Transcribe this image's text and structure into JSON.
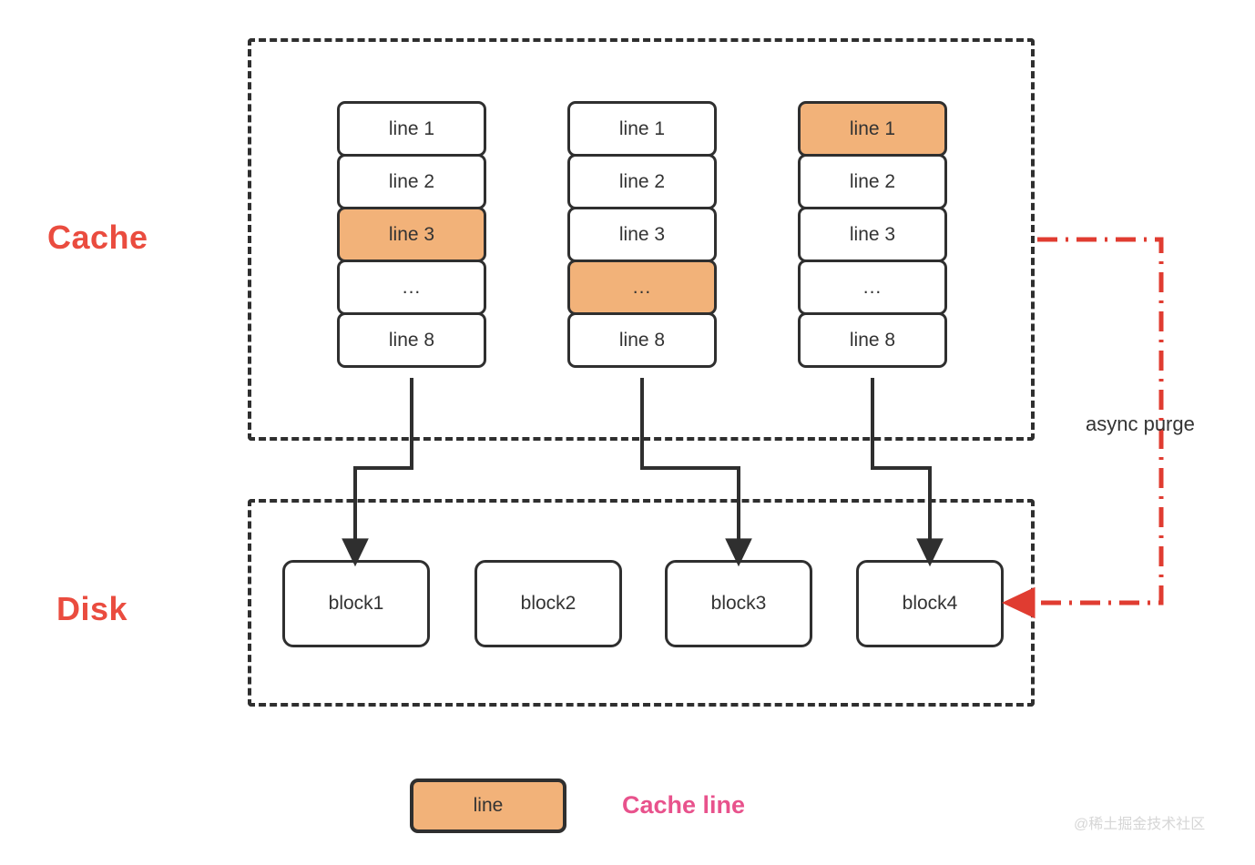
{
  "diagram": {
    "title": "Cache and Disk write-back with async purge",
    "colors": {
      "stroke": "#2f2f2f",
      "highlight_orange": "#f2b279",
      "section_label_red": "#ea4c3f",
      "purge_red": "#e03c31",
      "legend_pink": "#e8528c",
      "background": "#ffffff",
      "watermark_gray": "#d6d6d6"
    },
    "sections": [
      {
        "id": "cache",
        "label": "Cache"
      },
      {
        "id": "disk",
        "label": "Disk"
      }
    ],
    "cache_columns": [
      {
        "id": "cache-column-0",
        "lines": [
          {
            "label": "line 1",
            "highlighted": false
          },
          {
            "label": "line 2",
            "highlighted": false
          },
          {
            "label": "line 3",
            "highlighted": true
          },
          {
            "label": "...",
            "highlighted": false
          },
          {
            "label": "line 8",
            "highlighted": false
          }
        ]
      },
      {
        "id": "cache-column-1",
        "lines": [
          {
            "label": "line 1",
            "highlighted": false
          },
          {
            "label": "line 2",
            "highlighted": false
          },
          {
            "label": "line 3",
            "highlighted": false
          },
          {
            "label": "...",
            "highlighted": true
          },
          {
            "label": "line 8",
            "highlighted": false
          }
        ]
      },
      {
        "id": "cache-column-2",
        "lines": [
          {
            "label": "line 1",
            "highlighted": true
          },
          {
            "label": "line 2",
            "highlighted": false
          },
          {
            "label": "line 3",
            "highlighted": false
          },
          {
            "label": "...",
            "highlighted": false
          },
          {
            "label": "line 8",
            "highlighted": false
          }
        ]
      }
    ],
    "disk_blocks": [
      {
        "id": "disk-block-0",
        "label": "block1"
      },
      {
        "id": "disk-block-1",
        "label": "block2"
      },
      {
        "id": "disk-block-2",
        "label": "block3"
      },
      {
        "id": "disk-block-3",
        "label": "block4"
      }
    ],
    "annotations": {
      "async_purge": "async purge"
    },
    "legend": {
      "swatch_label": "line",
      "description": "Cache line"
    },
    "watermark": "@稀土掘金技术社区"
  }
}
